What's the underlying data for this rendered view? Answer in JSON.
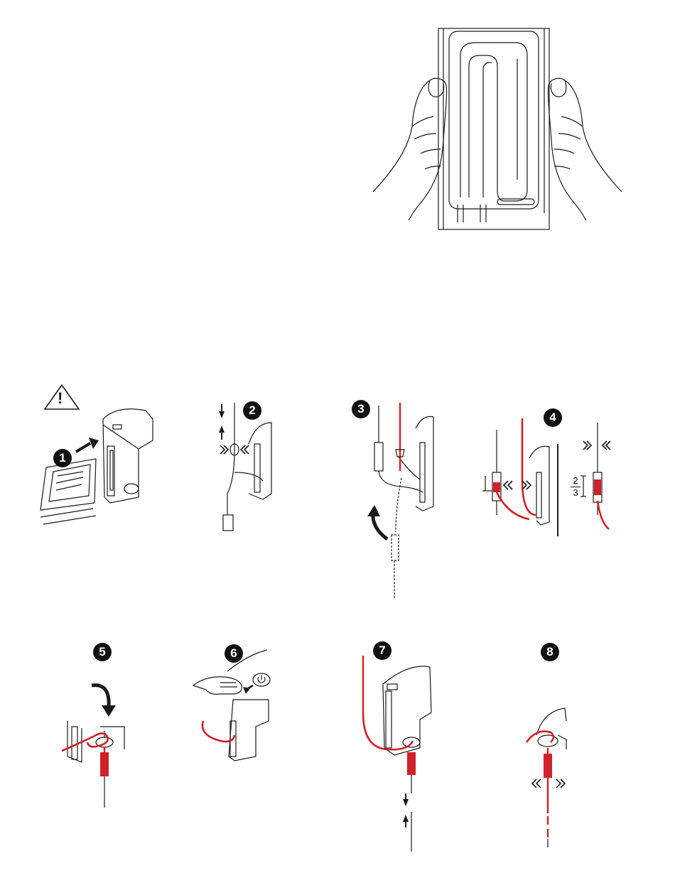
{
  "steps": [
    {
      "number": "1"
    },
    {
      "number": "2"
    },
    {
      "number": "3"
    },
    {
      "number": "4"
    },
    {
      "number": "5"
    },
    {
      "number": "6"
    },
    {
      "number": "7"
    },
    {
      "number": "8"
    }
  ],
  "warning": {
    "symbol": "!"
  },
  "fraction": {
    "numerator": "2",
    "denominator": "3"
  },
  "icons": {
    "warning": "warning-triangle-icon",
    "power": "power-icon",
    "arrow": "arrow-icon",
    "clamp": "clamp-squeeze-icon"
  },
  "colors": {
    "line": "#1a1a1a",
    "blood": "#d0202a",
    "bg": "#ffffff"
  }
}
